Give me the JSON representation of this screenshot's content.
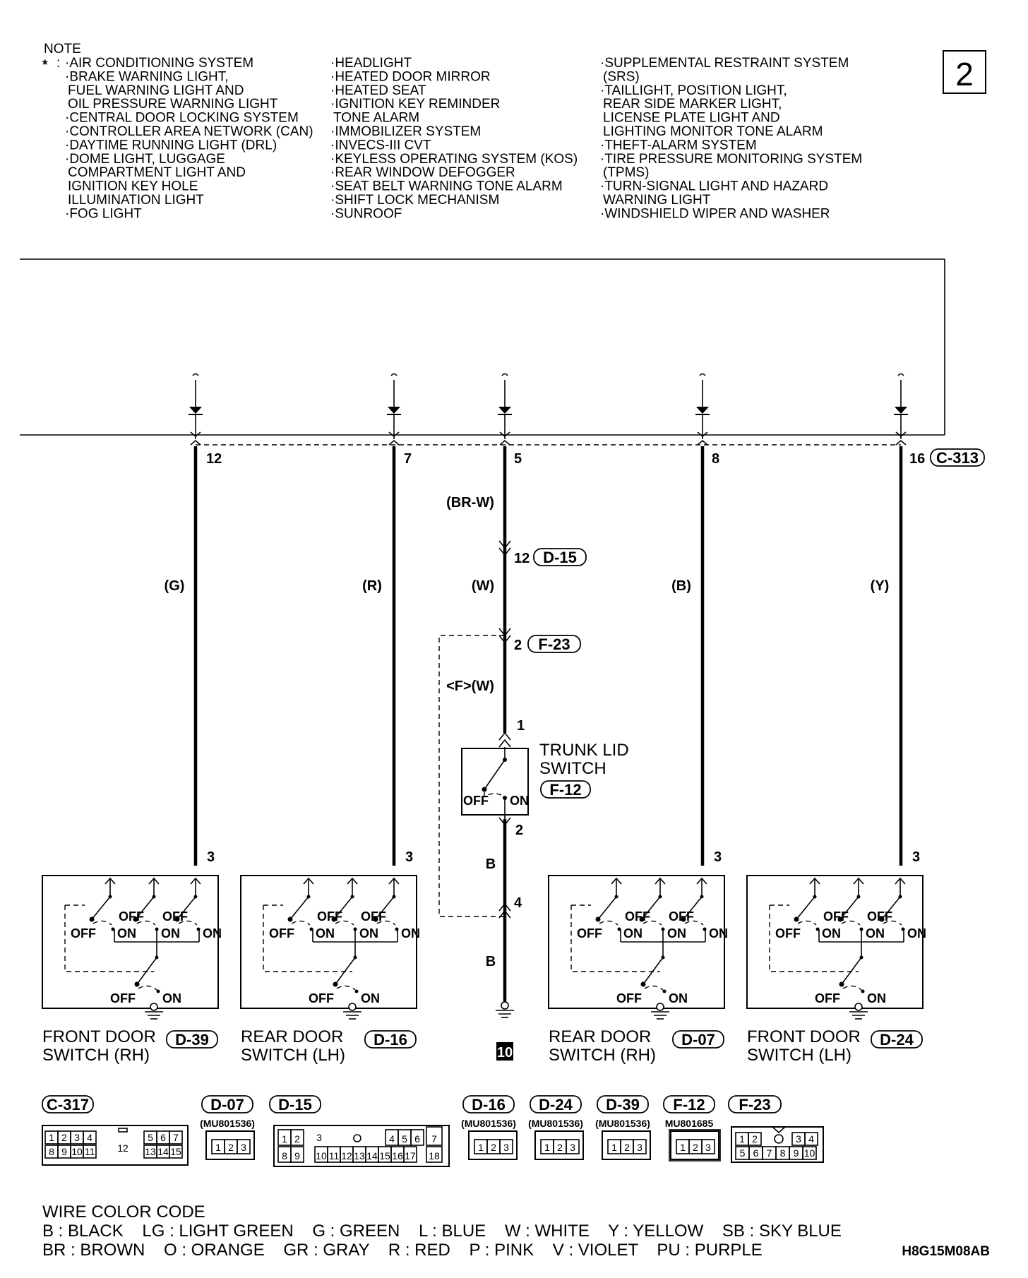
{
  "page_marker": "2",
  "note": {
    "heading": "NOTE",
    "star": "*",
    "columns": [
      [
        "·AIR CONDITIONING SYSTEM",
        "·BRAKE WARNING LIGHT,",
        "FUEL WARNING LIGHT AND",
        "OIL PRESSURE WARNING LIGHT",
        "·CENTRAL DOOR LOCKING SYSTEM",
        "·CONTROLLER AREA NETWORK (CAN)",
        "·DAYTIME RUNNING LIGHT (DRL)",
        "·DOME LIGHT, LUGGAGE",
        "COMPARTMENT LIGHT AND",
        "IGNITION KEY HOLE",
        "ILLUMINATION LIGHT",
        "·FOG LIGHT"
      ],
      [
        "·HEADLIGHT",
        "·HEATED DOOR MIRROR",
        "·HEATED SEAT",
        "·IGNITION KEY REMINDER",
        "TONE ALARM",
        "·IMMOBILIZER SYSTEM",
        "·INVECS-III CVT",
        "·KEYLESS OPERATING SYSTEM (KOS)",
        "·REAR WINDOW DEFOGGER",
        "·SEAT BELT WARNING TONE ALARM",
        "·SHIFT LOCK MECHANISM",
        "·SUNROOF"
      ],
      [
        "·SUPPLEMENTAL RESTRAINT SYSTEM",
        "(SRS)",
        "·TAILLIGHT, POSITION LIGHT,",
        "REAR SIDE MARKER LIGHT,",
        "LICENSE PLATE LIGHT AND",
        "LIGHTING MONITOR TONE ALARM",
        "·THEFT-ALARM SYSTEM",
        "·TIRE PRESSURE MONITORING SYSTEM",
        "(TPMS)",
        "·TURN-SIGNAL LIGHT AND HAZARD",
        "WARNING LIGHT",
        "·WINDSHIELD WIPER AND WASHER"
      ]
    ]
  },
  "top_connector": "C-313",
  "pins_top": [
    "12",
    "7",
    "5",
    "8",
    "16"
  ],
  "wires": {
    "g": "(G)",
    "r": "(R)",
    "br_w": "(BR-W)",
    "w": "(W)",
    "b": "(B)",
    "y": "(Y)",
    "f_w": "<F>(W)",
    "b_lower1": "B",
    "b_lower2": "B"
  },
  "inline_connectors": {
    "d15": {
      "pin": "12",
      "name": "D-15"
    },
    "f23": {
      "pin": "2",
      "name": "F-23"
    },
    "pin_1": "1",
    "pin_2": "2",
    "pin_4": "4"
  },
  "trunk_switch": {
    "label_1": "TRUNK LID",
    "label_2": "SWITCH",
    "connector": "F-12",
    "off": "OFF",
    "on": "ON"
  },
  "switch_pin": "3",
  "door_switches": [
    {
      "line1": "FRONT DOOR",
      "line2": "SWITCH (RH)",
      "connector": "D-39"
    },
    {
      "line1": "REAR DOOR",
      "line2": "SWITCH (LH)",
      "connector": "D-16"
    },
    {
      "line1": "REAR DOOR",
      "line2": "SWITCH (RH)",
      "connector": "D-07"
    },
    {
      "line1": "FRONT DOOR",
      "line2": "SWITCH (LH)",
      "connector": "D-24"
    }
  ],
  "switch_states": {
    "off": "OFF",
    "on": "ON"
  },
  "ground_ref": "10",
  "connector_views": [
    {
      "name": "C-317",
      "part": ""
    },
    {
      "name": "D-07",
      "part": "(MU801536)"
    },
    {
      "name": "D-15",
      "part": ""
    },
    {
      "name": "D-16",
      "part": "(MU801536)"
    },
    {
      "name": "D-24",
      "part": "(MU801536)"
    },
    {
      "name": "D-39",
      "part": "(MU801536)"
    },
    {
      "name": "F-12",
      "part": "MU801685"
    },
    {
      "name": "F-23",
      "part": ""
    }
  ],
  "c317_cells": {
    "r1a": [
      "1",
      "2",
      "3",
      "4"
    ],
    "r1b": [
      "5",
      "6",
      "7"
    ],
    "mid": "12",
    "r2a": [
      "8",
      "9",
      "10",
      "11"
    ],
    "r2b": [
      "13",
      "14",
      "15"
    ]
  },
  "d15_cells": {
    "a": [
      "1",
      "2"
    ],
    "b": [
      "8",
      "9"
    ],
    "mid1": "3",
    "mid2": [
      "10",
      "11",
      "12",
      "13",
      "14",
      "15",
      "16",
      "17"
    ],
    "r": [
      "4",
      "5",
      "6"
    ],
    "c7": "7",
    "c18": "18"
  },
  "three_pin_cells": [
    "1",
    "2",
    "3"
  ],
  "f23_cells": {
    "r1": [
      "1",
      "2",
      "3",
      "4"
    ],
    "r2": [
      "5",
      "6",
      "7",
      "8",
      "9",
      "10"
    ]
  },
  "wire_color_code": {
    "heading": "WIRE COLOR CODE",
    "row1": "B : BLACK    LG : LIGHT GREEN    G : GREEN    L : BLUE    W : WHITE    Y : YELLOW    SB : SKY BLUE",
    "row2": "BR : BROWN    O : ORANGE    GR : GRAY    R : RED    P : PINK    V : VIOLET    PU : PURPLE"
  },
  "figure_code": "H8G15M08AB"
}
